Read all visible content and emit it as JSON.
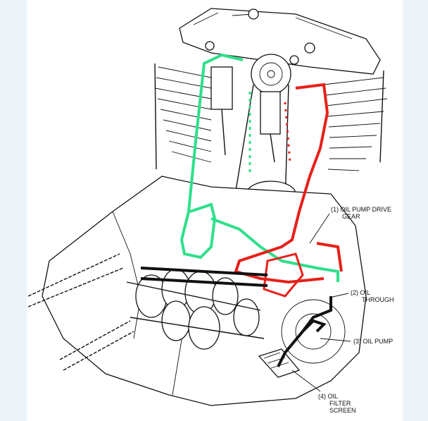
{
  "labels": {
    "l1": "(1) OIL PUMP DRIVE",
    "l1b": "GEAR",
    "l2": "(2) OIL",
    "l2b": "THROUGH",
    "l3": "(3) OIL PUMP",
    "l4a": "(4) OIL",
    "l4b": "FILTER",
    "l4c": "SCREEN"
  },
  "colors": {
    "green_oil": "#2ee08a",
    "red_oil": "#e8201a",
    "black_oil": "#111111"
  }
}
